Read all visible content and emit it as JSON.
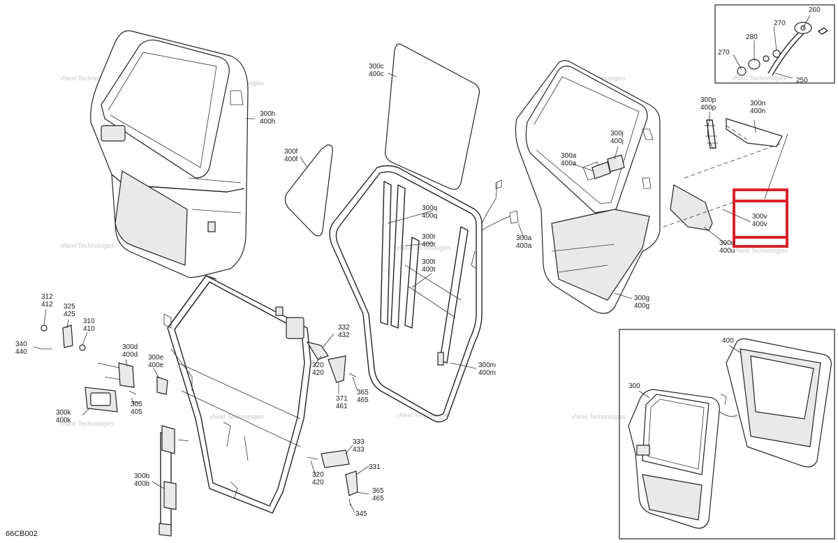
{
  "diagram": {
    "code": "66CB002",
    "watermark_line1": "vNext",
    "watermark_line2": "Technologies",
    "watermark_full": "vNext Technologies",
    "highlight_color": "#d8222a",
    "labels": [
      {
        "id": "l-260",
        "lines": [
          "260"
        ]
      },
      {
        "id": "l-270a",
        "lines": [
          "270"
        ]
      },
      {
        "id": "l-280",
        "lines": [
          "280"
        ]
      },
      {
        "id": "l-270b",
        "lines": [
          "270"
        ]
      },
      {
        "id": "l-250",
        "lines": [
          "250"
        ]
      },
      {
        "id": "l-300p",
        "lines": [
          "300p",
          "400p"
        ]
      },
      {
        "id": "l-300n",
        "lines": [
          "300n",
          "400n"
        ]
      },
      {
        "id": "l-300c",
        "lines": [
          "300c",
          "400c"
        ]
      },
      {
        "id": "l-300h",
        "lines": [
          "300h",
          "400h"
        ]
      },
      {
        "id": "l-300f",
        "lines": [
          "300f",
          "400f"
        ]
      },
      {
        "id": "l-300j",
        "lines": [
          "300j",
          "400j"
        ]
      },
      {
        "id": "l-300a1",
        "lines": [
          "300a",
          "400a"
        ]
      },
      {
        "id": "l-300q",
        "lines": [
          "300q",
          "400q"
        ]
      },
      {
        "id": "l-300r",
        "lines": [
          "300r",
          "400r"
        ]
      },
      {
        "id": "l-300t",
        "lines": [
          "300t",
          "400t"
        ]
      },
      {
        "id": "l-300a2",
        "lines": [
          "300a",
          "400a"
        ]
      },
      {
        "id": "l-300v",
        "lines": [
          "300v",
          "400v"
        ]
      },
      {
        "id": "l-300u",
        "lines": [
          "300u",
          "400u"
        ]
      },
      {
        "id": "l-300g",
        "lines": [
          "300g",
          "400g"
        ]
      },
      {
        "id": "l-312",
        "lines": [
          "312",
          "412"
        ]
      },
      {
        "id": "l-325",
        "lines": [
          "325",
          "425"
        ]
      },
      {
        "id": "l-310",
        "lines": [
          "310",
          "410"
        ]
      },
      {
        "id": "l-340",
        "lines": [
          "340",
          "440"
        ]
      },
      {
        "id": "l-300d",
        "lines": [
          "300d",
          "400d"
        ]
      },
      {
        "id": "l-300e",
        "lines": [
          "300e",
          "400e"
        ]
      },
      {
        "id": "l-300k",
        "lines": [
          "300k",
          "400k"
        ]
      },
      {
        "id": "l-305",
        "lines": [
          "305",
          "405"
        ]
      },
      {
        "id": "l-332",
        "lines": [
          "332",
          "432"
        ]
      },
      {
        "id": "l-320a",
        "lines": [
          "320",
          "420"
        ]
      },
      {
        "id": "l-371",
        "lines": [
          "371",
          "461"
        ]
      },
      {
        "id": "l-365a",
        "lines": [
          "365",
          "465"
        ]
      },
      {
        "id": "l-300m",
        "lines": [
          "300m",
          "400m"
        ]
      },
      {
        "id": "l-333",
        "lines": [
          "333",
          "433"
        ]
      },
      {
        "id": "l-331",
        "lines": [
          "331"
        ]
      },
      {
        "id": "l-320b",
        "lines": [
          "320",
          "420"
        ]
      },
      {
        "id": "l-365b",
        "lines": [
          "365",
          "465"
        ]
      },
      {
        "id": "l-345",
        "lines": [
          "345"
        ]
      },
      {
        "id": "l-300b",
        "lines": [
          "300b",
          "400b"
        ]
      },
      {
        "id": "l-400",
        "lines": [
          "400"
        ]
      },
      {
        "id": "l-300",
        "lines": [
          "300"
        ]
      }
    ]
  }
}
